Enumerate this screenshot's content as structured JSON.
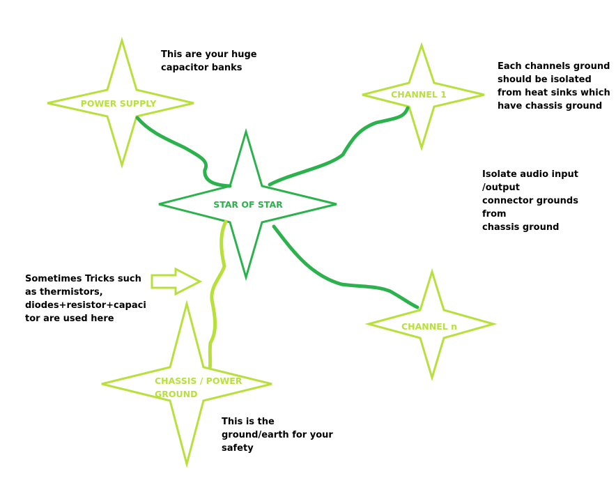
{
  "colors": {
    "lime": "#b8e03c",
    "green": "#2bb24c",
    "dark_green": "#1f9e45",
    "note_text": "#000000"
  },
  "stars": {
    "power_supply": {
      "label": "POWER SUPPLY"
    },
    "channel_1": {
      "label": "CHANNEL 1"
    },
    "star_of_star": {
      "label": "STAR OF STAR"
    },
    "channel_n": {
      "label": "CHANNEL n"
    },
    "chassis_ground": {
      "label_line1": "CHASSIS / POWER",
      "label_line2": "GROUND"
    }
  },
  "notes": {
    "capacitor_banks": "This are your huge\ncapacitor banks",
    "channel_isolation": "Each channels ground\nshould be isolated\nfrom heat sinks which\nhave chassis ground",
    "audio_isolation": "Isolate audio input\n/output\nconnector grounds\nfrom\nchassis ground",
    "tricks": "Sometimes Tricks such\nas thermistors,\ndiodes+resistor+capaci\ntor are used here",
    "safety": "This is the\nground/earth for your\nsafety"
  },
  "icons": {
    "arrow": "right-arrow-icon"
  }
}
